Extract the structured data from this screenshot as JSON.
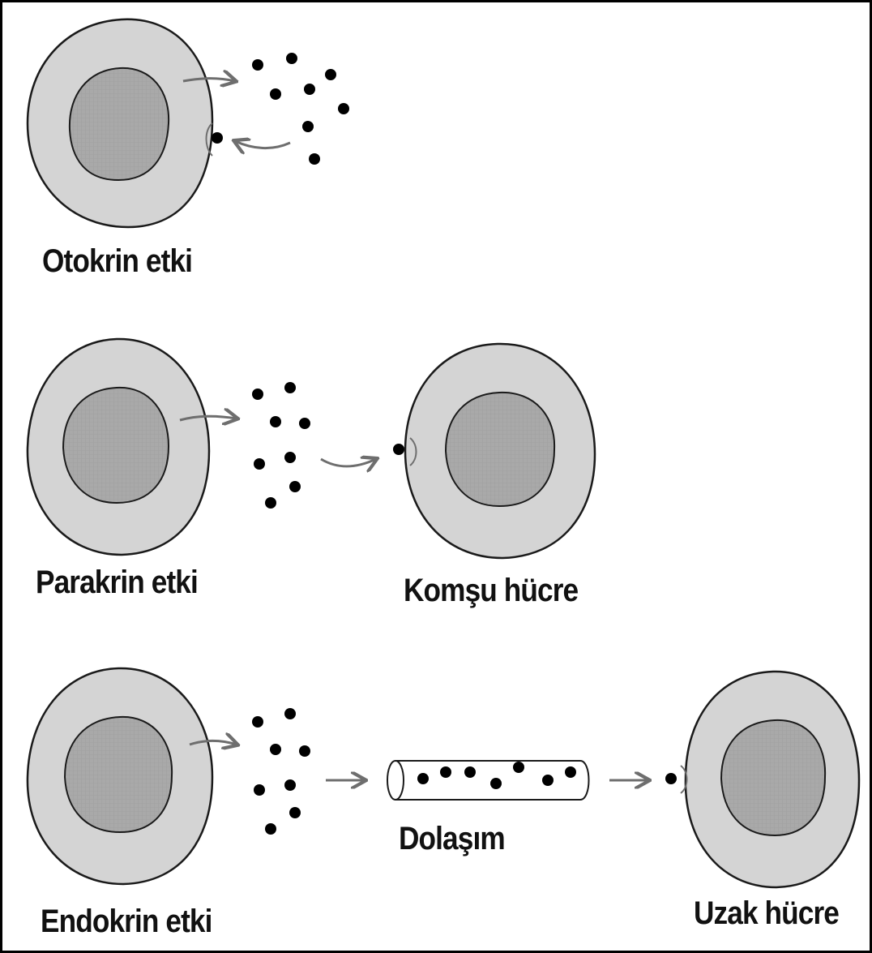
{
  "labels": {
    "autocrine": "Otokrin etki",
    "paracrine": "Parakrin etki",
    "neighbor_cell": "Komşu hücre",
    "endocrine": "Endokrin etki",
    "circulation": "Dolaşım",
    "distant_cell": "Uzak hücre"
  },
  "colors": {
    "cytoplasm": "#d4d4d4",
    "nucleus": "#a9a9a9",
    "outline": "#1a1a1a",
    "arrow": "#6e6e6e",
    "molecule": "#000000",
    "border": "#000000"
  }
}
